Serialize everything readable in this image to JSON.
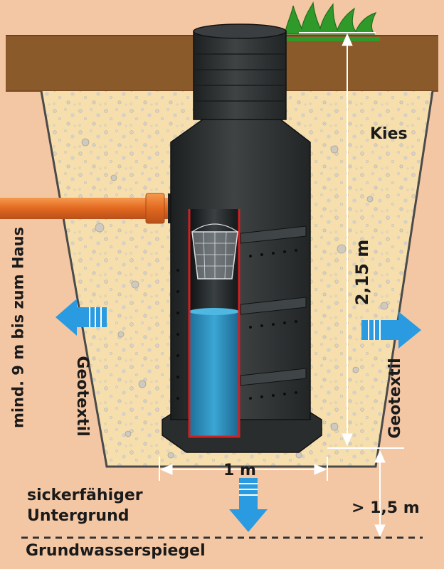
{
  "labels": {
    "kies": "Kies",
    "depth": "2,15 m",
    "min_distance": "mind. 9 m bis zum Haus",
    "geotextil_left": "Geotextil",
    "geotextil_right": "Geotextil",
    "width": "1 m",
    "subsoil_line1": "sickerfähiger",
    "subsoil_line2": "Untergrund",
    "groundwater_clearance": "> 1,5 m",
    "groundwater": "Grundwasserspiegel"
  },
  "colors": {
    "soil_background": "#f4c7a4",
    "topsoil": "#8b5a2b",
    "gravel": "#f6dfac",
    "tank": "#2e3132",
    "pipe": "#e8772a",
    "water": "#2f95c8",
    "arrow": "#2a9be0",
    "grass": "#2f9a2a",
    "cutaway_edge": "#d02020"
  }
}
